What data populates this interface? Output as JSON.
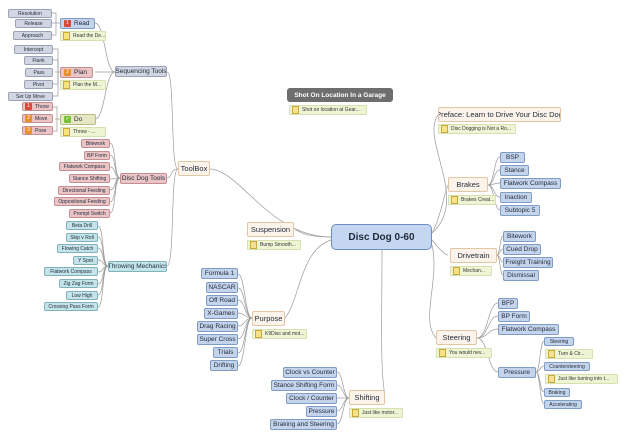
{
  "central_topic": "Disc Dog 0-60",
  "floating_topic": "Shot On Location In a Garage",
  "floating_note": "Shot on location at Gear...",
  "sequencing_tools": {
    "label": "Sequencing Tools",
    "read": {
      "marker": "1",
      "label": "Read",
      "note": "Read the De...",
      "children": [
        "Resolution",
        "Release",
        "Approach"
      ]
    },
    "plan": {
      "marker": "2",
      "label": "Plan",
      "note": "Plan the M...",
      "children": [
        "Intercept",
        "Flank",
        "Pass",
        "Pivot",
        "Set Up Move"
      ]
    },
    "do": {
      "label": "Do",
      "note": "Throw - ...",
      "children": [
        {
          "marker": "1",
          "label": "Throw"
        },
        {
          "marker": "2",
          "label": "Move"
        },
        {
          "marker": "3",
          "label": "Pose"
        }
      ]
    }
  },
  "disc_dog_tools": {
    "label": "Disc Dog Tools",
    "children": [
      "Bitework",
      "BP Form",
      "Flatwork Compass",
      "Stance Shifting",
      "Directional Feeding",
      "Oppositional Feeding",
      "Prompt Switch"
    ]
  },
  "throwing_mechanics": {
    "label": "Throwing Mechanics",
    "children": [
      "Beta Drill",
      "Skip v Roll",
      "Flowing Catch",
      "Y Spot",
      "Flatwork Compass",
      "Zig Zag Form",
      "Low High",
      "Crossing Pass Form"
    ]
  },
  "toolbox": {
    "label": "ToolBox"
  },
  "suspension": {
    "label": "Suspension",
    "note": "Bump Smooth..."
  },
  "purpose": {
    "label": "Purpose",
    "note": "K9Disc and mot...",
    "children": [
      "Formula 1",
      "NASCAR",
      "Off Road",
      "X-Games",
      "Drag Racing",
      "Super Cross",
      "Trials",
      "Drifting"
    ]
  },
  "shifting": {
    "label": "Shifting",
    "note": "Just like motor...",
    "children": [
      "Clock vs Counter",
      "Stance Shifting Form",
      "Clock / Counter",
      "Pressure",
      "Braking and Steering"
    ]
  },
  "preface": {
    "label": "Preface: Learn to Drive Your Disc Dog",
    "note": "Disc Dogging is Not a Ro..."
  },
  "brakes": {
    "label": "Brakes",
    "note": "Brakes Creat...",
    "children": [
      "BSP",
      "Stance",
      "Flatwork Compass",
      "Inaction",
      "Subtopic 5"
    ]
  },
  "drivetrain": {
    "label": "Drivetrain",
    "note": "Mechan...",
    "children": [
      "Bitework",
      "Cued Drop",
      "Freight Training",
      "Dismissal"
    ]
  },
  "steering": {
    "label": "Steering",
    "note": "You would nev...",
    "children": [
      "BFP",
      "BP Form",
      "Flatwork Compass"
    ],
    "pressure": {
      "label": "Pressure",
      "steering": {
        "label": "Steering",
        "note": "Turn & Cir..."
      },
      "countersteering": {
        "label": "Countersteering",
        "note": "Just like turning into t..."
      },
      "braking": "Braking",
      "accelerating": "Accelerating"
    }
  }
}
